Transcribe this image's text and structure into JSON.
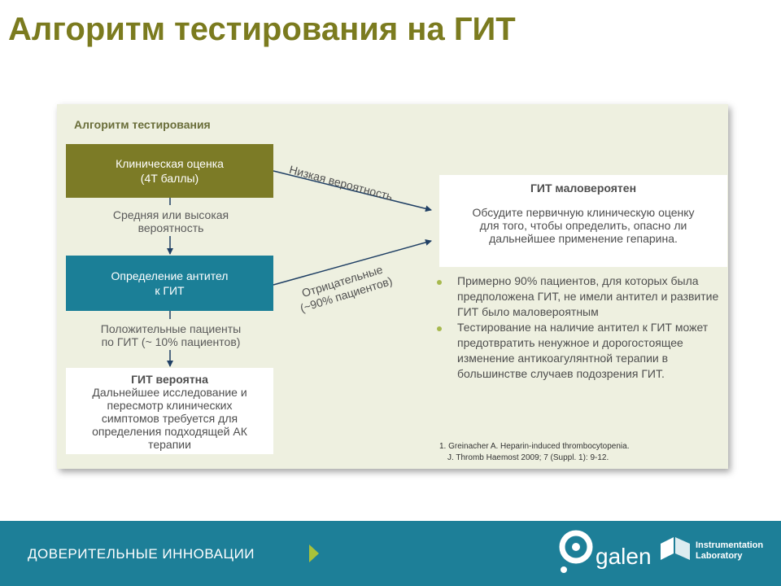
{
  "title": "Алгоритм тестирования на ГИТ",
  "panel_label": "Алгоритм тестирования",
  "clinical_box": {
    "line1": "Клиническая оценка",
    "line2": "(4Т баллы)"
  },
  "mid_probability": {
    "line1": "Средняя или высокая",
    "line2": "вероятность"
  },
  "antibody_box": {
    "line1": "Определение антител",
    "line2": "к ГИТ"
  },
  "positive_text": {
    "line1": "Положительные пациенты",
    "line2": "по ГИТ (~ 10% пациентов)"
  },
  "likely_box": {
    "heading": "ГИТ вероятна",
    "lines": [
      "Дальнейшее исследование и",
      "пересмотр клинических",
      "симптомов требуется для",
      "определения подходящей АК",
      "терапии"
    ]
  },
  "low_prob_label": "Низкая вероятность",
  "negative_label": {
    "line1": "Отрицательные",
    "line2": "(~90% пациентов)"
  },
  "unlikely_box": {
    "heading": "ГИТ маловероятен",
    "lines": [
      "Обсудите первичную клиническую оценку",
      "для того, чтобы определить, опасно ли",
      "дальнейшее применение гепарина."
    ]
  },
  "bullets": [
    "Примерно 90% пациентов, для которых была предположена ГИТ, не имели антител и развитие ГИТ было маловероятным",
    "Тестирование на наличие антител к ГИТ может предотвратить ненужное и дорогостоящее изменение антикоагулянтной терапии в большинстве случаев подозрения ГИТ."
  ],
  "reference": {
    "line1": "1. Greinacher A. Heparin-induced thrombocytopenia.",
    "line2": "J. Thromb Haemost 2009; 7 (Suppl. 1): 9-12."
  },
  "footer": {
    "text": "ДОВЕРИТЕЛЬНЫЕ ИННОВАЦИИ",
    "galen": "galen",
    "il_line1": "Instrumentation",
    "il_line2": "Laboratory"
  },
  "colors": {
    "title": "#7b7b1f",
    "olive": "#7c7b26",
    "teal": "#1b7f97",
    "panel": "#eef0e0",
    "footer": "#1d7f98",
    "bullet": "#a7b94e"
  }
}
